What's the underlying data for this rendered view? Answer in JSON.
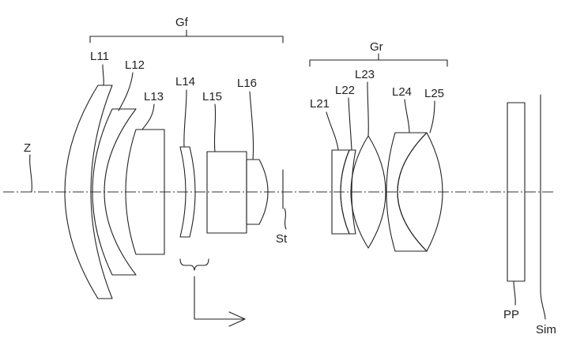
{
  "labels": {
    "gf": "Gf",
    "gr": "Gr",
    "l11": "L11",
    "l12": "L12",
    "l13": "L13",
    "l14": "L14",
    "l15": "L15",
    "l16": "L16",
    "l21": "L21",
    "l22": "L22",
    "l23": "L23",
    "l24": "L24",
    "l25": "L25",
    "z": "Z",
    "st": "St",
    "pp": "PP",
    "sim": "Sim"
  },
  "colors": {
    "line": "#222222",
    "background": "#ffffff"
  }
}
